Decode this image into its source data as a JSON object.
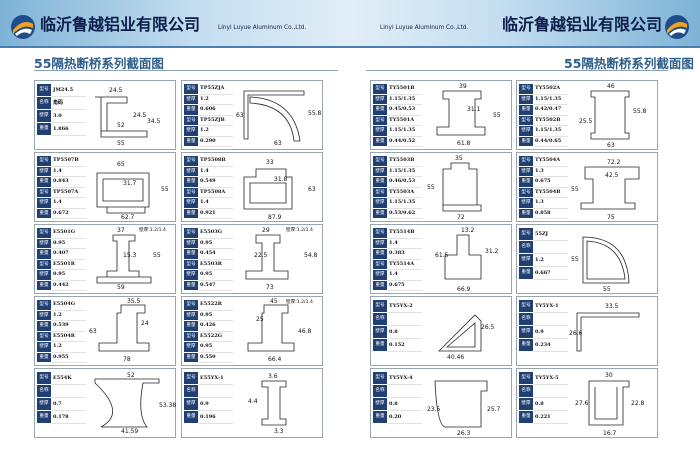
{
  "header": {
    "company_cn": "临沂鲁越铝业有限公司",
    "company_en": "Linyi Luyue Aluminum Co.,Ltd."
  },
  "section_title": "55隔热断桥系列截面图",
  "colors": {
    "label_bg": "#203f72",
    "header_blue": "#7db3d6",
    "title_blue": "#2e5e8c"
  },
  "left_cells": [
    {
      "rows": [
        [
          "型号",
          "JM24.5"
        ],
        [
          "名称",
          "角码"
        ],
        [
          "壁厚",
          "3.0"
        ],
        [
          "重量",
          "1.866"
        ]
      ],
      "dims": [
        "24.5",
        "24.5",
        "52",
        "55",
        "34.5"
      ]
    },
    {
      "rows": [
        [
          "型号",
          "TP55ZJA"
        ],
        [
          "壁厚",
          "1.2"
        ],
        [
          "重量",
          "0.606"
        ],
        [
          "型号",
          "TP55ZJB"
        ],
        [
          "壁厚",
          "1.2"
        ],
        [
          "重量",
          "0.290"
        ]
      ],
      "dims": [
        "63",
        "55.8",
        "63"
      ]
    },
    {
      "rows": [
        [
          "型号",
          "TP5507B"
        ],
        [
          "壁厚",
          "1.4"
        ],
        [
          "重量",
          "0.843"
        ],
        [
          "型号",
          "TP5507A"
        ],
        [
          "壁厚",
          "1.4"
        ],
        [
          "重量",
          "0.672"
        ]
      ],
      "dims": [
        "65",
        "31.7",
        "55",
        "62.7"
      ]
    },
    {
      "rows": [
        [
          "型号",
          "TP5508B"
        ],
        [
          "壁厚",
          "1.4"
        ],
        [
          "重量",
          "0.549"
        ],
        [
          "型号",
          "TP5508A"
        ],
        [
          "壁厚",
          "1.4"
        ],
        [
          "重量",
          "0.921"
        ]
      ],
      "dims": [
        "33",
        "31.8",
        "63",
        "87.9"
      ]
    },
    {
      "rows": [
        [
          "型号",
          "E5501G"
        ],
        [
          "壁厚",
          "0.95"
        ],
        [
          "重量",
          "0.407"
        ],
        [
          "型号",
          "E5501R"
        ],
        [
          "壁厚",
          "0.95"
        ],
        [
          "重量",
          "0.442"
        ]
      ],
      "dims": [
        "37",
        "15.3",
        "55",
        "59"
      ],
      "note": "壁厚:1.2/1.4"
    },
    {
      "rows": [
        [
          "型号",
          "E5503G"
        ],
        [
          "壁厚",
          "0.95"
        ],
        [
          "重量",
          "0.454"
        ],
        [
          "型号",
          "E5503R"
        ],
        [
          "壁厚",
          "0.95"
        ],
        [
          "重量",
          "0.547"
        ]
      ],
      "dims": [
        "29",
        "22.5",
        "54.8",
        "73"
      ],
      "note": "壁厚:1.2/1.4"
    },
    {
      "rows": [
        [
          "型号",
          "E5504G"
        ],
        [
          "壁厚",
          "1.2"
        ],
        [
          "重量",
          "0.539"
        ],
        [
          "型号",
          "E5504R"
        ],
        [
          "壁厚",
          "1.2"
        ],
        [
          "重量",
          "0.955"
        ]
      ],
      "dims": [
        "35.5",
        "24",
        "63",
        "78"
      ]
    },
    {
      "rows": [
        [
          "型号",
          "E5522R"
        ],
        [
          "壁厚",
          "0.95"
        ],
        [
          "重量",
          "0.426"
        ],
        [
          "型号",
          "E5522G"
        ],
        [
          "壁厚",
          "0.95"
        ],
        [
          "重量",
          "0.550"
        ]
      ],
      "dims": [
        "45",
        "25",
        "46.8",
        "66.4"
      ],
      "note": "壁厚:1.2/1.4"
    },
    {
      "rows": [
        [
          "型号",
          "E554K"
        ],
        [
          "名称",
          ""
        ],
        [
          "壁厚",
          "0.7"
        ],
        [
          "重量",
          "0.178"
        ]
      ],
      "dims": [
        "52",
        "53.38",
        "41.59"
      ]
    },
    {
      "rows": [
        [
          "型号",
          "E55YX-1"
        ],
        [
          "名称",
          ""
        ],
        [
          "壁厚",
          "0.9"
        ],
        [
          "重量",
          "0.196"
        ]
      ],
      "dims": [
        "3.6",
        "4.4",
        "3.3"
      ]
    }
  ],
  "right_cells": [
    {
      "rows": [
        [
          "型号",
          "TY5501B"
        ],
        [
          "壁厚",
          "1.15/1.35"
        ],
        [
          "重量",
          "0.45/0.53"
        ],
        [
          "型号",
          "TY5501A"
        ],
        [
          "壁厚",
          "1.15/1.35"
        ],
        [
          "重量",
          "0.44/0.52"
        ]
      ],
      "dims": [
        "39",
        "31.1",
        "55",
        "61.8"
      ]
    },
    {
      "rows": [
        [
          "型号",
          "TY5502A"
        ],
        [
          "壁厚",
          "1.15/1.35"
        ],
        [
          "重量",
          "0.42/0.47"
        ],
        [
          "型号",
          "TY5502B"
        ],
        [
          "壁厚",
          "1.15/1.35"
        ],
        [
          "重量",
          "0.44/0.65"
        ]
      ],
      "dims": [
        "46",
        "55.8",
        "25.5",
        "63"
      ]
    },
    {
      "rows": [
        [
          "型号",
          "TY5503B"
        ],
        [
          "壁厚",
          "1.15/1.35"
        ],
        [
          "重量",
          "0.46/0.53"
        ],
        [
          "型号",
          "TY5503A"
        ],
        [
          "壁厚",
          "1.15/1.35"
        ],
        [
          "重量",
          "0.53/0.62"
        ]
      ],
      "dims": [
        "35",
        "55",
        "72"
      ]
    },
    {
      "rows": [
        [
          "型号",
          "TY5504A"
        ],
        [
          "壁厚",
          "1.3"
        ],
        [
          "重量",
          "0.675"
        ],
        [
          "型号",
          "TY5504B"
        ],
        [
          "壁厚",
          "1.3"
        ],
        [
          "重量",
          "0.858"
        ]
      ],
      "dims": [
        "72.2",
        "42.5",
        "55",
        "75"
      ]
    },
    {
      "rows": [
        [
          "型号",
          "TY5514B"
        ],
        [
          "壁厚",
          "1.4"
        ],
        [
          "重量",
          "0.383"
        ],
        [
          "型号",
          "TY5514A"
        ],
        [
          "壁厚",
          "1.4"
        ],
        [
          "重量",
          "0.675"
        ]
      ],
      "dims": [
        "13.2",
        "61.5",
        "31.2",
        "66.9"
      ]
    },
    {
      "rows": [
        [
          "型号",
          "55ZJ"
        ],
        [
          "名称",
          ""
        ],
        [
          "壁厚",
          "1.2"
        ],
        [
          "重量",
          "0.667"
        ]
      ],
      "dims": [
        "55",
        "55"
      ]
    },
    {
      "rows": [
        [
          "型号",
          "TY5YX-2"
        ],
        [
          "名称",
          ""
        ],
        [
          "壁厚",
          "0.8"
        ],
        [
          "重量",
          "0.152"
        ]
      ],
      "dims": [
        "26.5",
        "40.46"
      ]
    },
    {
      "rows": [
        [
          "型号",
          "TY5YX-1"
        ],
        [
          "名称",
          ""
        ],
        [
          "壁厚",
          "0.9"
        ],
        [
          "重量",
          "0.234"
        ]
      ],
      "dims": [
        "33.5",
        "26.6"
      ]
    },
    {
      "rows": [
        [
          "型号",
          "TY5YX-4"
        ],
        [
          "名称",
          ""
        ],
        [
          "壁厚",
          "0.8"
        ],
        [
          "重量",
          "0.20"
        ]
      ],
      "dims": [
        "23.5",
        "25.7",
        "26.3"
      ]
    },
    {
      "rows": [
        [
          "型号",
          "TY5YX-5"
        ],
        [
          "名称",
          ""
        ],
        [
          "壁厚",
          "0.8"
        ],
        [
          "重量",
          "0.221"
        ]
      ],
      "dims": [
        "30",
        "27.6",
        "22.8",
        "16.7"
      ]
    }
  ]
}
